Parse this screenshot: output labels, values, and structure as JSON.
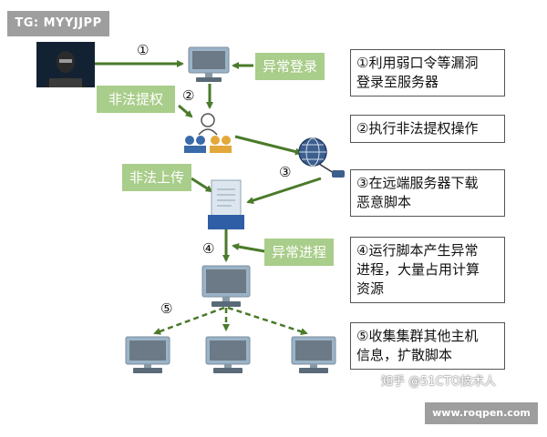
{
  "watermark_tag": "TG: MYYJJPP",
  "footer_watermark": "www.roqpen.com",
  "zhihu_watermark": "知乎 @51CTO技术人",
  "labels": {
    "abnormal_login": "异常登录",
    "illegal_escalation": "非法提权",
    "illegal_upload": "非法上传",
    "abnormal_process": "异常进程"
  },
  "steps": [
    "①",
    "②",
    "③",
    "④",
    "⑤"
  ],
  "descriptions": [
    {
      "line1": "①利用弱口令等漏洞",
      "line2": "登录至服务器"
    },
    {
      "line1": "②执行非法提权操作"
    },
    {
      "line1": "③在远端服务器下载",
      "line2": "恶意脚本"
    },
    {
      "line1": "④运行脚本产生异常",
      "line2": "进程，大量占用计算",
      "line3": "资源"
    },
    {
      "line1": "⑤收集集群其他主机",
      "line2": "信息，扩散脚本"
    }
  ],
  "colors": {
    "arrow": "#4a7a2a",
    "green_box": "#a9cd8a",
    "monitor_frame": "#9bb3c7",
    "monitor_screen": "#6b7a86",
    "watermark_bg": "#9e9e9e"
  },
  "icons": [
    "hacker-icon",
    "monitor-icon",
    "users-icon",
    "globe-icon",
    "server-icon"
  ]
}
